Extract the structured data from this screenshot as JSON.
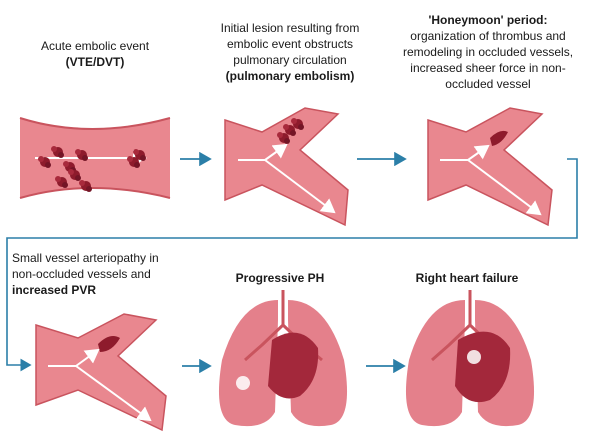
{
  "stages": [
    {
      "line1": "Acute embolic event",
      "line2": "(VTE/DVT)"
    },
    {
      "line1": "Initial lesion resulting from",
      "line2": "embolic event obstructs",
      "line3": "pulmonary circulation",
      "line4": "(pulmonary embolism)"
    },
    {
      "title": "'Honeymoon' period:",
      "line1": "organization  of thrombus and",
      "line2": "remodeling in occluded vessels,",
      "line3": "increased sheer force in non-",
      "line4": "occluded vessel"
    },
    {
      "line1": "Small vessel arteriopathy in",
      "line2": "non-occluded vessels and",
      "line3": "increased PVR"
    },
    {
      "title": "Progressive PH"
    },
    {
      "title": "Right heart failure"
    }
  ],
  "colors": {
    "vessel": "#e9878f",
    "vessel_dark": "#c9545e",
    "clot": "#8e1b2c",
    "lung": "#e4808b",
    "heart": "#a3283b",
    "arrow": "#2b7fa8"
  },
  "icons": [
    "blood-vessel-icon",
    "branching-vessel-icon",
    "lungs-icon",
    "heart-icon",
    "flow-arrow-icon"
  ]
}
